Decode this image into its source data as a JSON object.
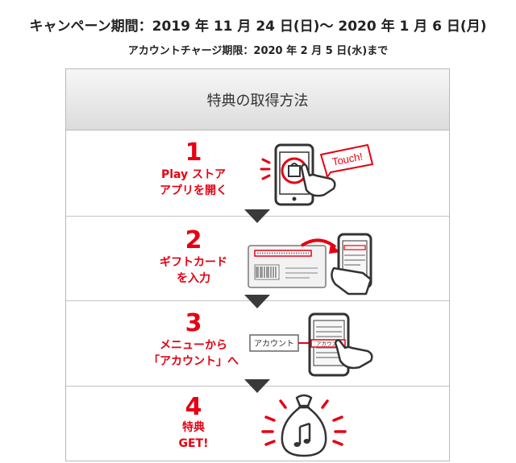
{
  "campaign_period": "キャンペーン期間：2019 年 11 月 24 日(日)～ 2020 年 1 月 6 日(月)",
  "charge_deadline": "アカウントチャージ期限：2020 年 2 月 5 日(水)まで",
  "box_title": "特典の取得方法",
  "steps": [
    {
      "number": "1",
      "text": "Play ストア\nアプリを開く",
      "touch_label": "Touch!",
      "icon": "phone-store-tap-icon"
    },
    {
      "number": "2",
      "text": "ギフトカード\nを入力",
      "icon": "gift-card-to-phone-icon"
    },
    {
      "number": "3",
      "text": "メニューから\n「アカウント」へ",
      "account_label": "アカウント",
      "account_mini": "アカウント",
      "icon": "phone-account-menu-icon"
    },
    {
      "number": "4",
      "text": "特典\nGET!",
      "icon": "money-bag-music-icon"
    }
  ],
  "colors": {
    "accent": "#e60012",
    "arrow": "#3a3a3a",
    "border": "#b9b9b9"
  }
}
